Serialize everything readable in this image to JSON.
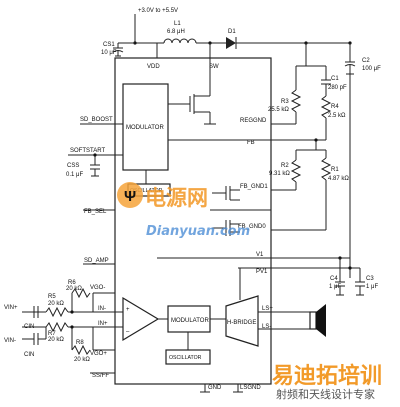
{
  "supply": {
    "label": "+3.0V to +5.5V"
  },
  "components": {
    "cs1": {
      "name": "CS1",
      "value": "10 μF"
    },
    "l1": {
      "name": "L1",
      "value": "6.8 μH"
    },
    "d1": {
      "name": "D1"
    },
    "c1": {
      "name": "C1",
      "value": "280 pF"
    },
    "c2": {
      "name": "C2",
      "value": "100 μF"
    },
    "r3": {
      "name": "R3",
      "value": "25.5 kΩ"
    },
    "r4": {
      "name": "R4",
      "value": "2.5 kΩ"
    },
    "r2": {
      "name": "R2",
      "value": "9.31 kΩ"
    },
    "r1": {
      "name": "R1",
      "value": "4.87 kΩ"
    },
    "css": {
      "name": "CSS",
      "value": "0.1 μF"
    },
    "c4": {
      "name": "C4",
      "value": "1 μF"
    },
    "c3": {
      "name": "C3",
      "value": "1 μF"
    },
    "r5": {
      "name": "R5",
      "value": "20 kΩ"
    },
    "r6": {
      "name": "R6",
      "value": "20 kΩ"
    },
    "r7": {
      "name": "R7",
      "value": "20 kΩ"
    },
    "r8": {
      "name": "R8",
      "value": "20 kΩ"
    },
    "cin_top": {
      "name": "CIN"
    },
    "cin_bottom": {
      "name": "CIN"
    }
  },
  "pins": {
    "vdd": "VDD",
    "sw": "SW",
    "sd_boost": "SD_BOOST",
    "softstart": "SOFTSTART",
    "reggnd": "REGGND",
    "fb": "FB",
    "fb_gnd1": "FB_GND1",
    "fb_sel": "FB_SEL",
    "fb_gnd0": "FB_GND0",
    "sd_amp": "SD_AMP",
    "v1": "V1",
    "pv1": "PV1",
    "vgo_minus": "VGO-",
    "in_minus": "IN-",
    "in_plus": "IN+",
    "vgo_plus": "VGO+",
    "ls_plus": "LS+",
    "ls_minus": "LS-",
    "ssoff": "SS/FF",
    "gnd": "GND",
    "lsgnd": "LSGND"
  },
  "blocks": {
    "modulator_top": "MODULATOR",
    "oscillator_top": "OSCILLATOR",
    "modulator_bottom": "MODULATOR",
    "hbridge": "H-BRIDGE",
    "oscillator_bottom": "OSCILLATOR"
  },
  "inputs": {
    "vin_plus": "VIN+",
    "vin_minus": "VIN-"
  },
  "watermarks": {
    "site_cn": "电源网",
    "site_en": "Dianyuan.com",
    "brand_cn": "易迪拓培训",
    "tagline_cn": "射频和天线设计专家"
  }
}
